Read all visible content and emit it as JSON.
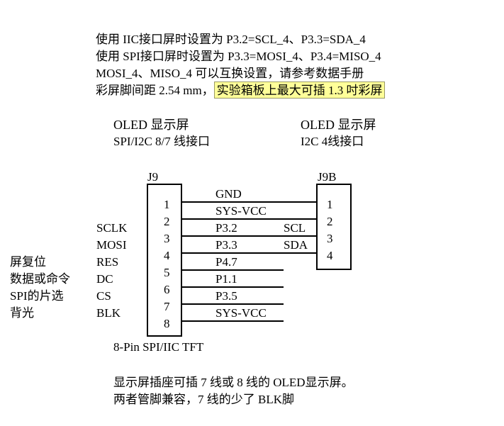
{
  "notes": {
    "line1": "使用 IIC接口屏时设置为 P3.2=SCL_4、P3.3=SDA_4",
    "line2": "使用 SPI接口屏时设置为 P3.3=MOSI_4、P3.4=MISO_4",
    "line3": "MOSI_4、MISO_4 可以互换设置，请参考数据手册",
    "line4_prefix": "彩屏脚间距 2.54 mm，",
    "line4_highlight": "实验箱板上最大可插 1.3 吋彩屏"
  },
  "headers": {
    "left_title": "OLED 显示屏",
    "left_sub": "SPI/I2C 8/7 线接口",
    "right_title": "OLED 显示屏",
    "right_sub": "I2C 4线接口"
  },
  "j9": {
    "label": "J9",
    "pins": [
      "1",
      "2",
      "3",
      "4",
      "5",
      "6",
      "7",
      "8"
    ],
    "caption": "8-Pin SPI/IIC TFT"
  },
  "j9b": {
    "label": "J9B",
    "pins": [
      "1",
      "2",
      "3",
      "4"
    ]
  },
  "nets": [
    "GND",
    "SYS-VCC",
    "P3.2",
    "P3.3",
    "P4.7",
    "P1.1",
    "P3.5",
    "SYS-VCC"
  ],
  "i2c_nets": [
    "SCL",
    "SDA"
  ],
  "signals": [
    "SCLK",
    "MOSI",
    "RES",
    "DC",
    "CS",
    "BLK"
  ],
  "functions": [
    "屏复位",
    "数据或命令",
    "SPI的片选",
    "背光"
  ],
  "footer": {
    "line1": "显示屏插座可插 7 线或 8 线的 OLED显示屏。",
    "line2": "两者管脚兼容，7 线的少了 BLK脚"
  }
}
